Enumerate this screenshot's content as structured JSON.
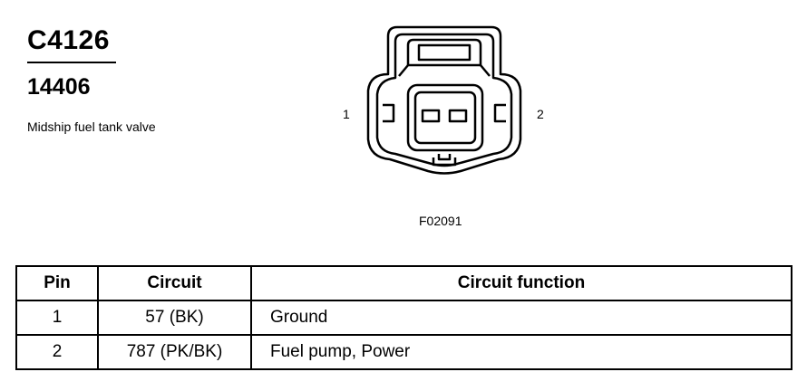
{
  "connector": {
    "id": "C4126",
    "part_number": "14406",
    "description": "Midship fuel tank valve",
    "figure_code": "F02091",
    "pin_labels": [
      "1",
      "2"
    ]
  },
  "table": {
    "headers": {
      "pin": "Pin",
      "circuit": "Circuit",
      "function": "Circuit function"
    },
    "rows": [
      {
        "pin": "1",
        "circuit": "57 (BK)",
        "function": "Ground"
      },
      {
        "pin": "2",
        "circuit": "787 (PK/BK)",
        "function": "Fuel pump, Power"
      }
    ]
  }
}
